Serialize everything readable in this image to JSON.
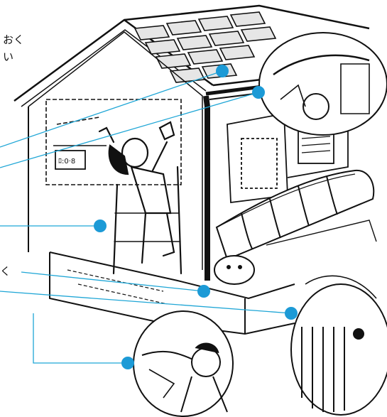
{
  "text_fragments": [
    "おく",
    "い",
    "く"
  ],
  "colors": {
    "callout_line": "#1fa6d6",
    "callout_dot": "#1c9ad6",
    "ink": "#111111",
    "paper": "#ffffff",
    "roof_tile_fill": "#e6e6e6"
  },
  "icons": [
    "callout-dot",
    "magnifier-circle"
  ]
}
